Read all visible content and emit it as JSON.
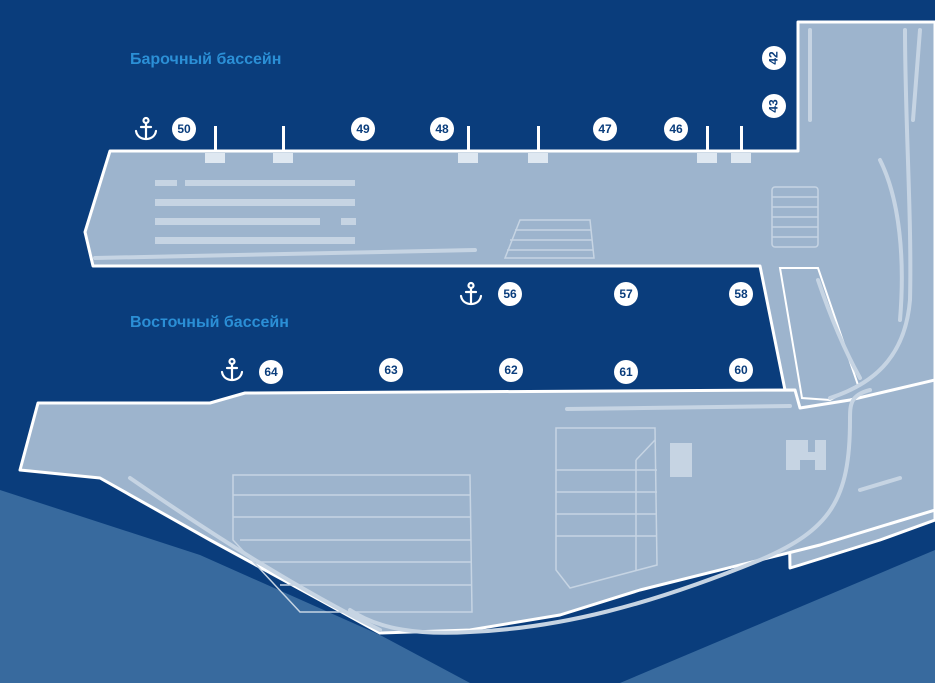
{
  "basins": {
    "north": "Барочный бассейн",
    "east": "Восточный бассейн"
  },
  "berths": {
    "b42": "42",
    "b43": "43",
    "b46": "46",
    "b47": "47",
    "b48": "48",
    "b49": "49",
    "b50": "50",
    "b56": "56",
    "b57": "57",
    "b58": "58",
    "b60": "60",
    "b61": "61",
    "b62": "62",
    "b63": "63",
    "b64": "64"
  },
  "icons": {
    "anchor": "anchor-icon"
  },
  "colors": {
    "water": "#0a3d7c",
    "outer_water": "#386a9e",
    "land": "#9db4cd",
    "outline": "#ffffff",
    "label": "#2b8fd6",
    "detail": "#c6d4e3"
  }
}
